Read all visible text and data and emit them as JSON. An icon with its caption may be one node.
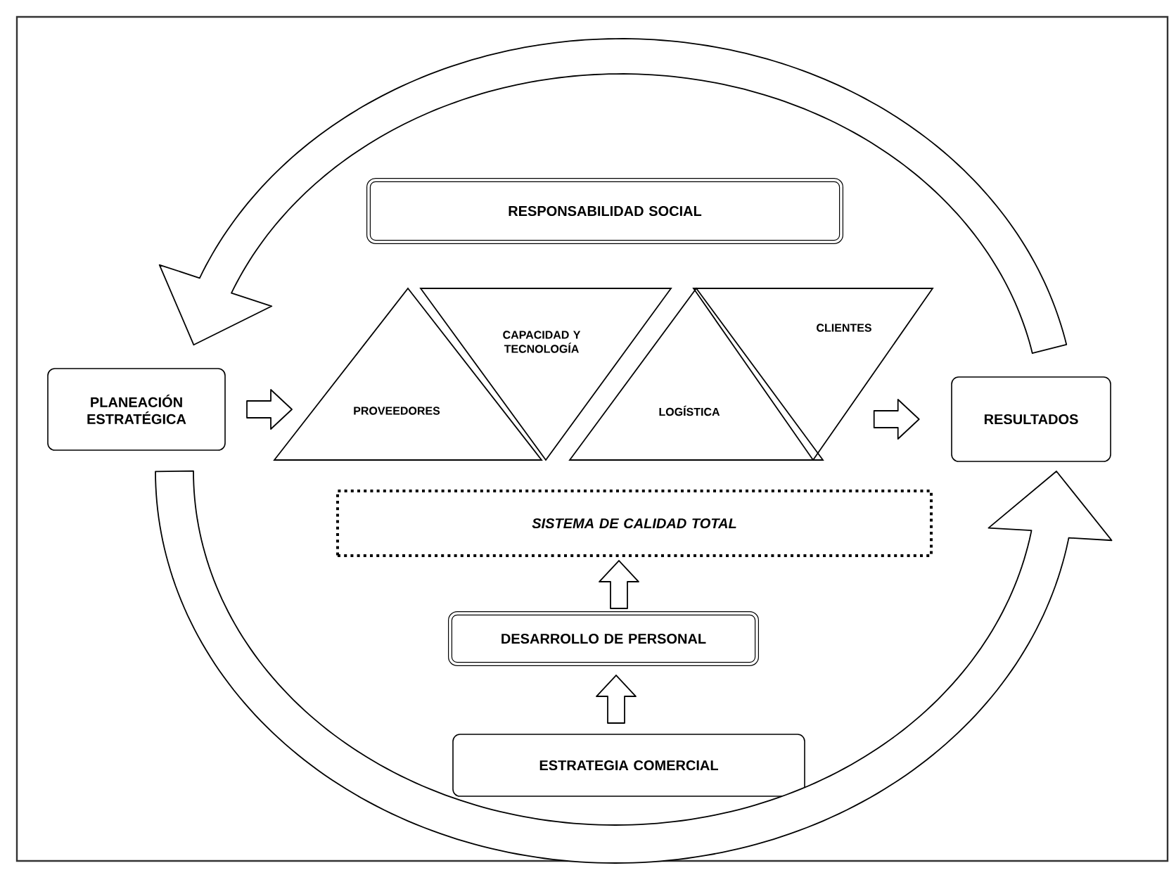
{
  "diagram": {
    "nodes": [
      {
        "text": [
          "RESPONSABILIDAD SOCIAL"
        ]
      },
      {
        "text": [
          "PLANEACIÓN ESTRATÉGICA"
        ]
      },
      {
        "text": [
          "PROVEEDORES"
        ]
      },
      {
        "text": [
          "CAPACIDAD Y TECNOLOGÍA"
        ]
      },
      {
        "text": [
          "LOGÍSTICA"
        ]
      },
      {
        "text": [
          "CLIENTES"
        ]
      },
      {
        "text": [
          "RESULTADOS"
        ]
      },
      {
        "text": [
          "SISTEMA DE CALIDAD TOTAL"
        ]
      },
      {
        "text": [
          "DESARROLLO DE PERSONAL"
        ]
      },
      {
        "text": [
          "ESTRATEGIA COMERCIAL"
        ]
      }
    ],
    "edges": [
      {
        "from": 1,
        "to": 2,
        "arrow": "to"
      },
      {
        "from": 5,
        "to": 6,
        "arrow": "to"
      },
      {
        "from": 8,
        "to": 7,
        "arrow": "to"
      },
      {
        "from": 9,
        "to": 8,
        "arrow": "to"
      },
      {
        "from": 6,
        "to": 1,
        "arrow": "to"
      },
      {
        "from": 1,
        "to": 6,
        "arrow": "to"
      }
    ]
  }
}
